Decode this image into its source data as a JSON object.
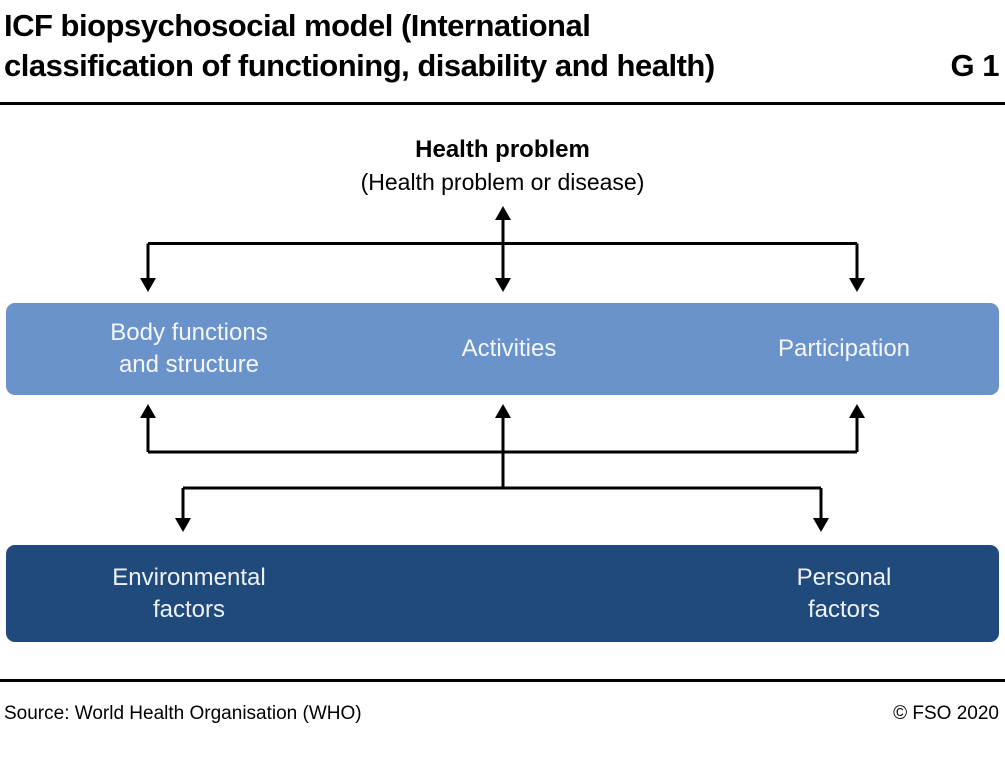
{
  "header": {
    "title_line1": "ICF biopsychosocial model (International",
    "title_line2": "classification of functioning, disability and health)",
    "figure_label": "G 1"
  },
  "diagram": {
    "health_problem": {
      "title": "Health problem",
      "subtitle": "(Health problem or disease)"
    },
    "components_bar": {
      "color": "#6a92cb",
      "items": [
        {
          "lines": [
            "Body functions",
            "and structure"
          ]
        },
        {
          "lines": [
            "Activities"
          ]
        },
        {
          "lines": [
            "Participation"
          ]
        }
      ]
    },
    "factors_bar": {
      "color": "#204a7c",
      "items": [
        {
          "lines": [
            "Environmental",
            "factors"
          ]
        },
        {
          "lines": [
            "Personal",
            "factors"
          ]
        }
      ]
    },
    "line_color": "#000000"
  },
  "footer": {
    "source": "Source: World Health Organisation (WHO)",
    "copyright": "© FSO 2020"
  }
}
